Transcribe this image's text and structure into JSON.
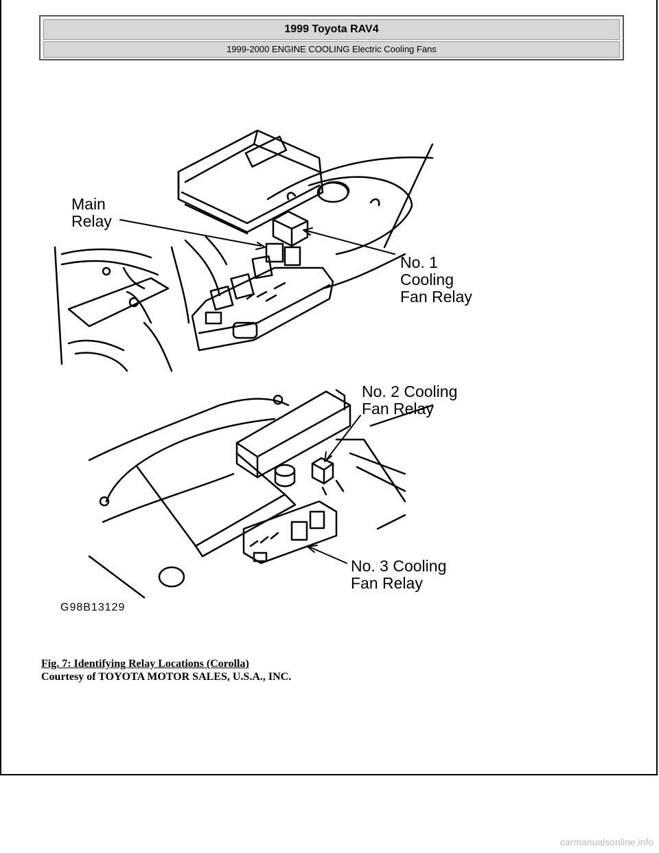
{
  "header": {
    "title": "1999 Toyota RAV4",
    "subtitle": "1999-2000 ENGINE COOLING Electric Cooling Fans"
  },
  "figure": {
    "labels": {
      "main_relay": "Main\nRelay",
      "no1": "No. 1\nCooling\nFan Relay",
      "no2": "No. 2 Cooling\nFan Relay",
      "no3": "No. 3 Cooling\nFan Relay"
    },
    "code": "G98B13129"
  },
  "caption": {
    "title": "Fig. 7: Identifying Relay Locations (Corolla)",
    "courtesy": "Courtesy of TOYOTA MOTOR SALES, U.S.A., INC."
  },
  "watermark": "carmanualsonline.info"
}
